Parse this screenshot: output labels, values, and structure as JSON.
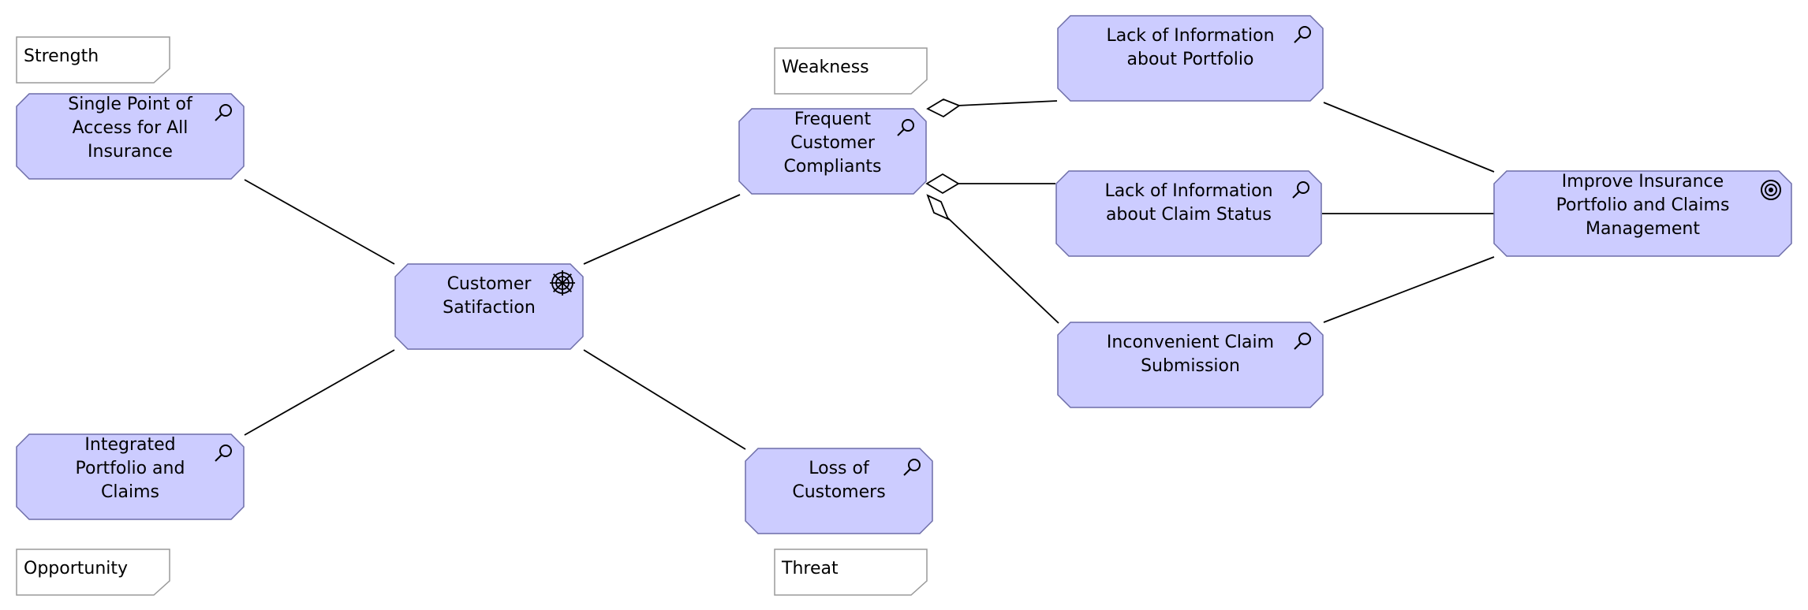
{
  "colors": {
    "element_fill": "#ccccff",
    "element_stroke": "#6d6da8",
    "note_fill": "#ffffff",
    "note_stroke": "#9a9a9a",
    "line": "#000000",
    "text": "#000000"
  },
  "notes": {
    "strength": "Strength",
    "weakness": "Weakness",
    "opportunity": "Opportunity",
    "threat": "Threat"
  },
  "elements": {
    "single_point": {
      "lines": [
        "Single Point of",
        "Access for All",
        "Insurance"
      ],
      "icon": "assessment-icon"
    },
    "integrated": {
      "lines": [
        "Integrated",
        "Portfolio and",
        "Claims"
      ],
      "icon": "assessment-icon"
    },
    "customer_satisfaction": {
      "lines": [
        "Customer",
        "Satifaction"
      ],
      "icon": "driver-icon"
    },
    "frequent_complaints": {
      "lines": [
        "Frequent",
        "Customer",
        "Compliants"
      ],
      "icon": "assessment-icon"
    },
    "loss_of_customers": {
      "lines": [
        "Loss of",
        "Customers"
      ],
      "icon": "assessment-icon"
    },
    "lack_portfolio": {
      "lines": [
        "Lack of Information",
        "about Portfolio"
      ],
      "icon": "assessment-icon"
    },
    "lack_claim_status": {
      "lines": [
        "Lack of Information",
        "about Claim Status"
      ],
      "icon": "assessment-icon"
    },
    "inconvenient_claim": {
      "lines": [
        "Inconvenient Claim",
        "Submission"
      ],
      "icon": "assessment-icon"
    },
    "improve_insurance": {
      "lines": [
        "Improve Insurance",
        "Portfolio and Claims",
        "Management"
      ],
      "icon": "goal-icon"
    }
  }
}
